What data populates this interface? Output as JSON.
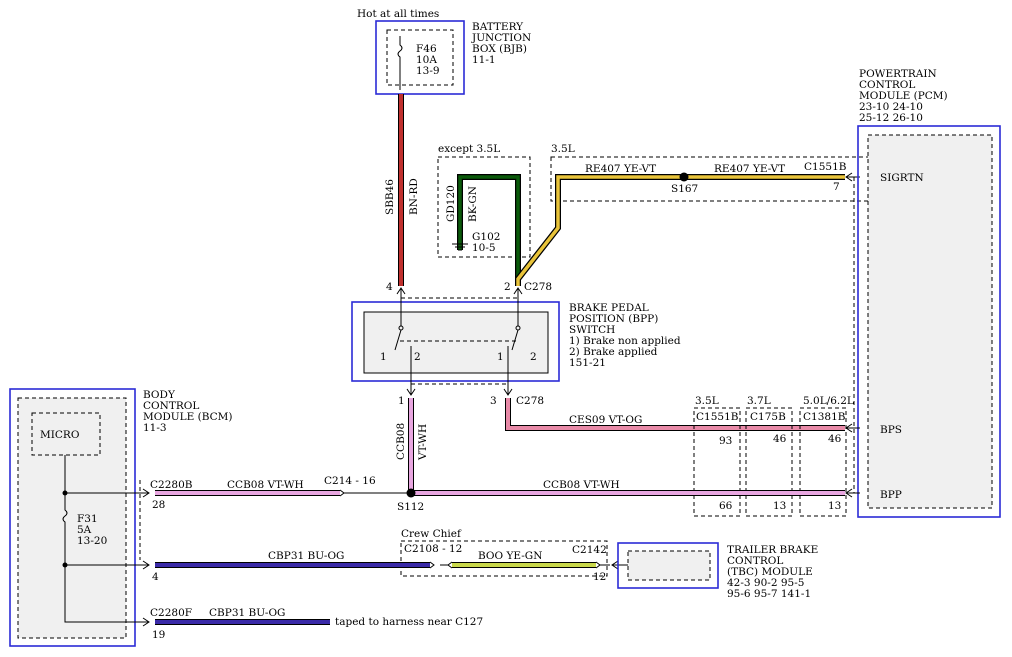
{
  "bjb": {
    "hot_label": "Hot at all times",
    "title": [
      "BATTERY",
      "JUNCTION",
      "BOX (BJB)",
      "11-1"
    ],
    "fuse": [
      "F46",
      "10A",
      "13-9"
    ]
  },
  "pcm": {
    "title": [
      "POWERTRAIN",
      "CONTROL",
      "MODULE (PCM)",
      "23-10   24-10",
      "25-12   26-10"
    ],
    "sigrtn": "SIGRTN",
    "bps": "BPS",
    "bpp": "BPP"
  },
  "bpp_switch": {
    "title": [
      "BRAKE PEDAL",
      "POSITION (BPP)",
      "SWITCH",
      "1) Brake non applied",
      "2) Brake applied",
      "151-21"
    ],
    "left_pin1": "1",
    "left_pin2": "2",
    "right_pin1": "1",
    "right_pin2": "2"
  },
  "bcm": {
    "title": [
      "BODY",
      "CONTROL",
      "MODULE (BCM)",
      "11-3"
    ],
    "micro": "MICRO",
    "fuse": [
      "F31",
      "5A",
      "13-20"
    ]
  },
  "tbc": {
    "title": [
      "TRAILER BRAKE",
      "CONTROL",
      "(TBC) MODULE",
      "42-3     90-2    95-5",
      "95-6     95-7    141-1"
    ]
  },
  "wires": {
    "sbb46": "SBB46",
    "bn_rd": "BN-RD",
    "gd120": "GD120",
    "bk_gn": "BK-GN",
    "g102": "G102",
    "g102_ref": "10-5",
    "except_35l": "except 3.5L",
    "l35_top": "3.5L",
    "re407_left": "RE407   YE-VT",
    "re407_right": "RE407   YE-VT",
    "s167": "S167",
    "c1551b_top": "C1551B",
    "pin7": "7",
    "pin4_top": "4",
    "pin2_top": "2",
    "c278_top": "C278",
    "pin1_bottom": "1",
    "pin3_bottom": "3",
    "c278_bottom": "C278",
    "ccb08_vert": "CCB08",
    "vt_wh_vert": "VT-WH",
    "ces09": "CES09   VT-OG",
    "l35": "3.5L",
    "l37": "3.7L",
    "l50": "5.0L/6.2L",
    "c1551b": "C1551B",
    "c175b": "C175B",
    "c1381b": "C1381B",
    "p93": "93",
    "p46a": "46",
    "p46b": "46",
    "p66": "66",
    "p13a": "13",
    "p13b": "13",
    "c2280b": "C2280B",
    "p28": "28",
    "ccb08_left": "CCB08   VT-WH",
    "c214": "C214 - 16",
    "s112": "S112",
    "ccb08_right": "CCB08   VT-WH",
    "crew_chief": "Crew Chief",
    "c2108": "C2108 -  12",
    "boo": "BOO    YE-GN",
    "c2142": "C2142",
    "cbp31_mid": "CBP31    BU-OG",
    "p4": "4",
    "p12": "12",
    "c2280f": "C2280F",
    "cbp31_bot": "CBP31     BU-OG",
    "p19": "19",
    "taped": "taped to harness near C127"
  },
  "colors": {
    "bn_rd": "#c0302e",
    "bk_gn": "#0a5a0a",
    "ye_vt": "#e9c43a",
    "vt_og": "#e88aa8",
    "vt_wh": "#e8a6e0",
    "bu_og": "#3a2aa8",
    "ye_gn": "#c9d84a",
    "module_blue": "#2b2bd6"
  }
}
